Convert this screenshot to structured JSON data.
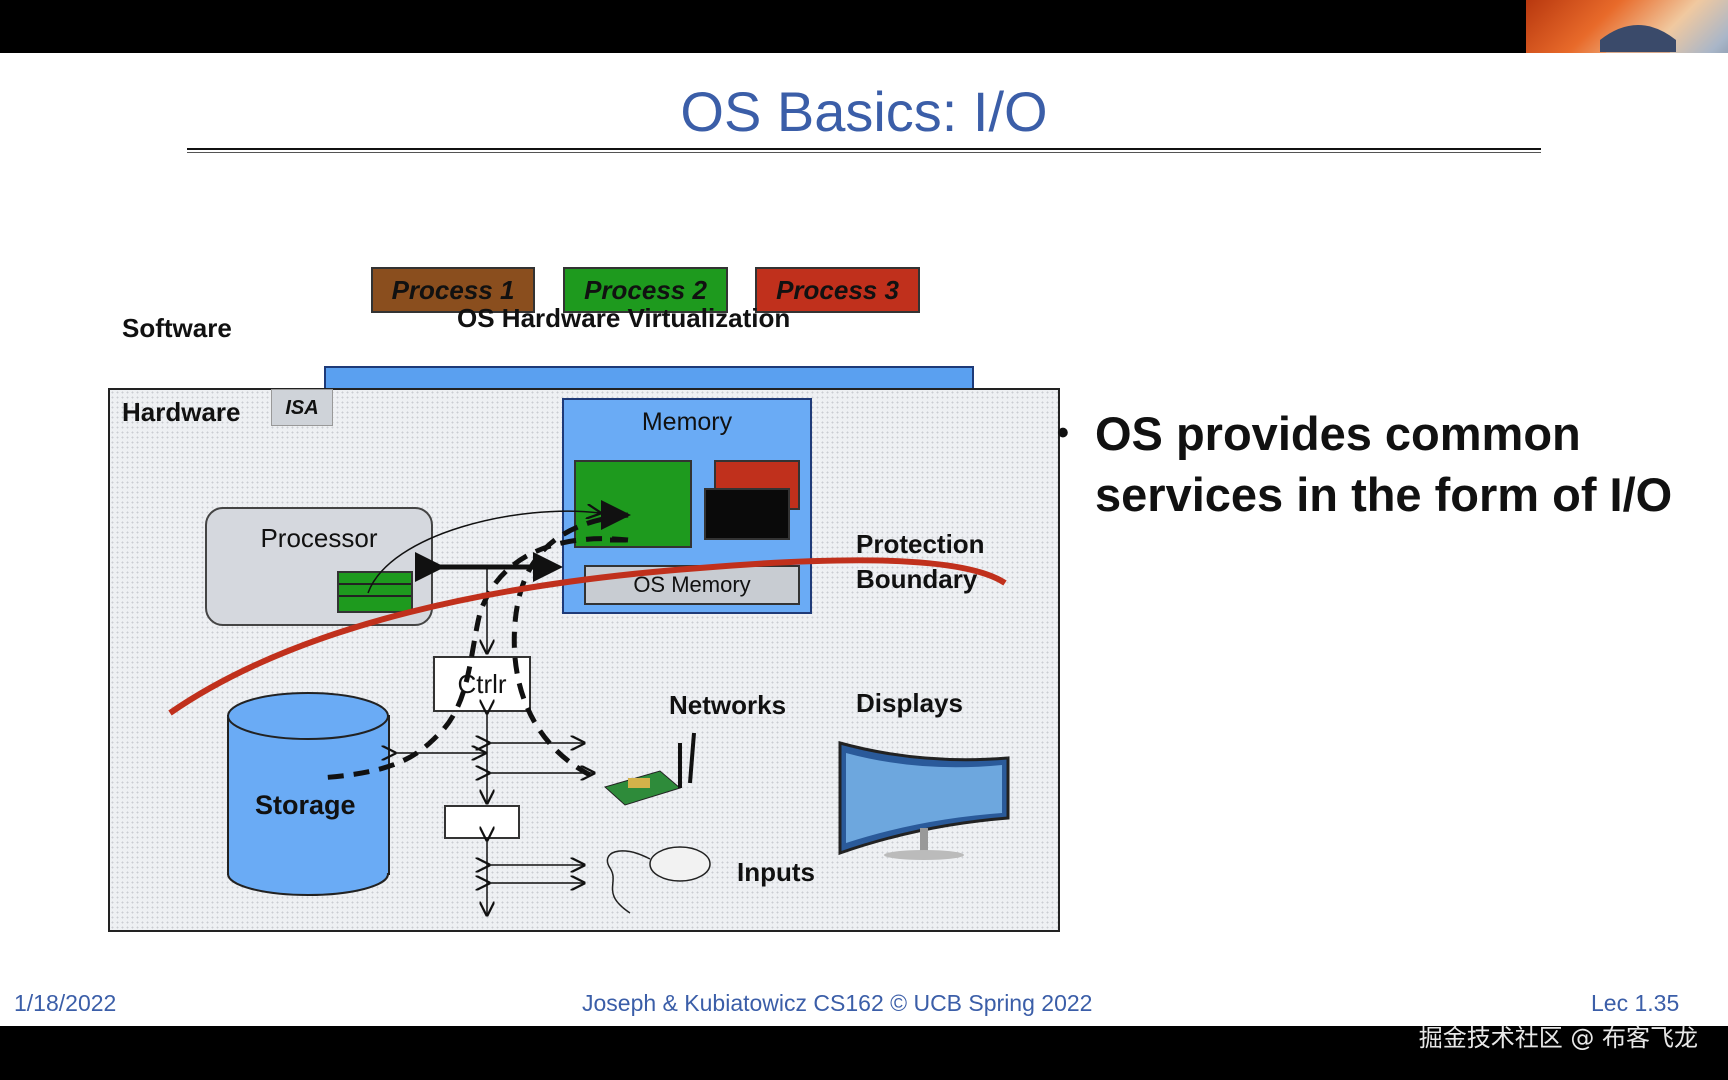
{
  "slide": {
    "title": "OS Basics: I/O",
    "processes": [
      {
        "label": "Process 1",
        "color": "#8a4e1e"
      },
      {
        "label": "Process 2",
        "color": "#1e9a1e"
      },
      {
        "label": "Process 3",
        "color": "#c0301c"
      }
    ],
    "labels": {
      "software": "Software",
      "virtualization": "OS Hardware Virtualization",
      "hardware": "Hardware",
      "isa": "ISA",
      "memory": "Memory",
      "os_memory": "OS Memory",
      "processor": "Processor",
      "ctrlr": "Ctrlr",
      "storage": "Storage",
      "networks": "Networks",
      "displays": "Displays",
      "inputs": "Inputs",
      "protection": "Protection",
      "boundary": "Boundary"
    },
    "bullet": "OS provides common services in the form of I/O",
    "bullet_symbol": "•",
    "footer": {
      "date": "1/18/2022",
      "center": "Joseph & Kubiatowicz CS162 © UCB Spring 2022",
      "lec": "Lec 1.35"
    }
  },
  "watermark": "掘金技术社区 @ 布客飞龙",
  "colors": {
    "title": "#3b5ea8",
    "boundary_line": "#c0301c",
    "memory_fill": "#6aabf5",
    "storage_fill": "#6aabf5"
  }
}
